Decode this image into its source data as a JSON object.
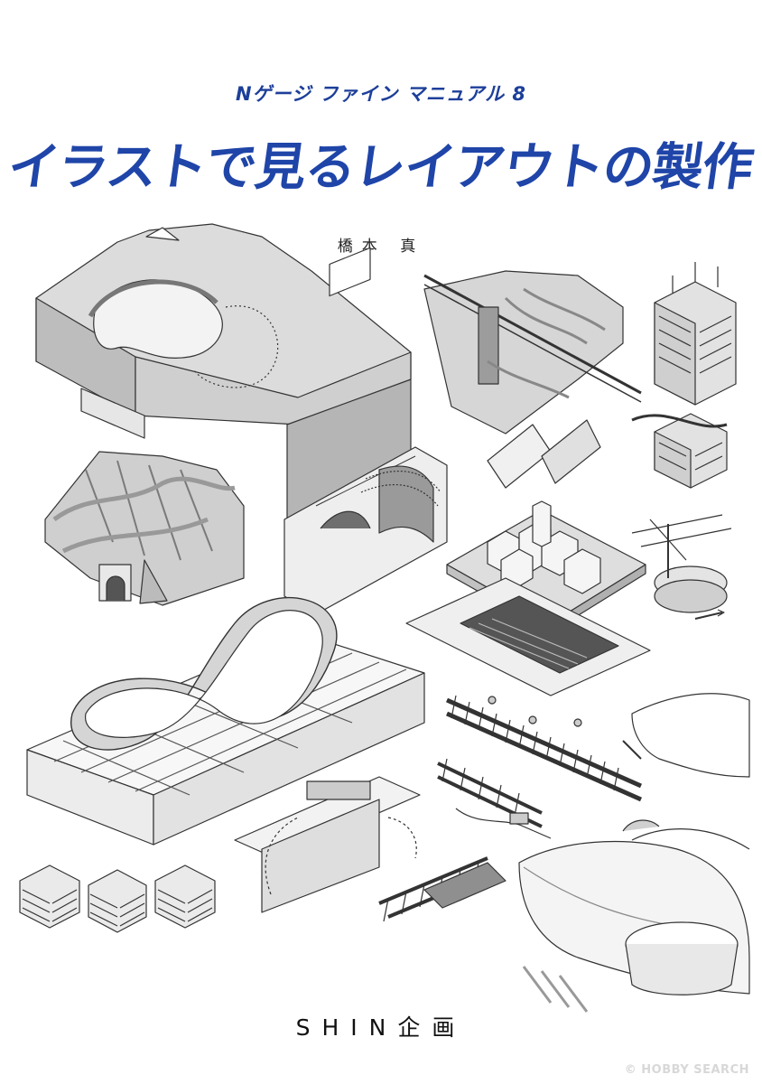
{
  "cover": {
    "series": "Nゲージ ファイン マニュアル 8",
    "title": "イラストで見るレイアウトの製作",
    "author": "橋本 真",
    "publisher": "SHIN企画"
  },
  "watermark": "© HOBBY SEARCH",
  "colors": {
    "title_blue": "#1f45a8",
    "line": "#333333",
    "fill_gray": "#d9d9d9",
    "fill_dark": "#8f8f8f"
  },
  "illustrations": [
    "layout-terrain-box",
    "tunnel-cutaway",
    "brick-pier-tall",
    "brick-pier-short",
    "hillside-cross-section",
    "tunnel-portal-section",
    "city-module-board",
    "turntable-mechanism",
    "benchwork-frame-with-figure-eight",
    "track-with-pins-and-hand",
    "track-feeder-wiring",
    "hinged-bridge-section",
    "brick-corner-blocks",
    "plaster-scenery-bowl-hand"
  ]
}
